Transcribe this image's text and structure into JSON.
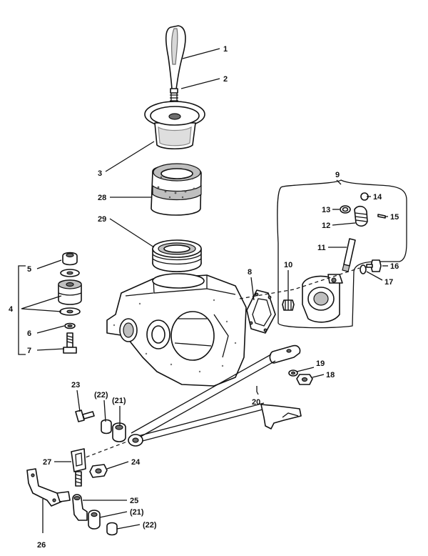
{
  "callouts": {
    "c1": "1",
    "c2": "2",
    "c3": "3",
    "c4": "4",
    "c5": "5",
    "c6": "6",
    "c7": "7",
    "c8": "8",
    "c9": "9",
    "c10": "10",
    "c11": "11",
    "c12": "12",
    "c13": "13",
    "c14": "14",
    "c15": "15",
    "c16": "16",
    "c17": "17",
    "c18": "18",
    "c19": "19",
    "c20": "20",
    "c21a": "(21)",
    "c22a": "(22)",
    "c23": "23",
    "c24": "24",
    "c25": "25",
    "c26": "26",
    "c27": "27",
    "c28": "28",
    "c29": "29",
    "c21b": "(21)",
    "c22b": "(22)"
  }
}
